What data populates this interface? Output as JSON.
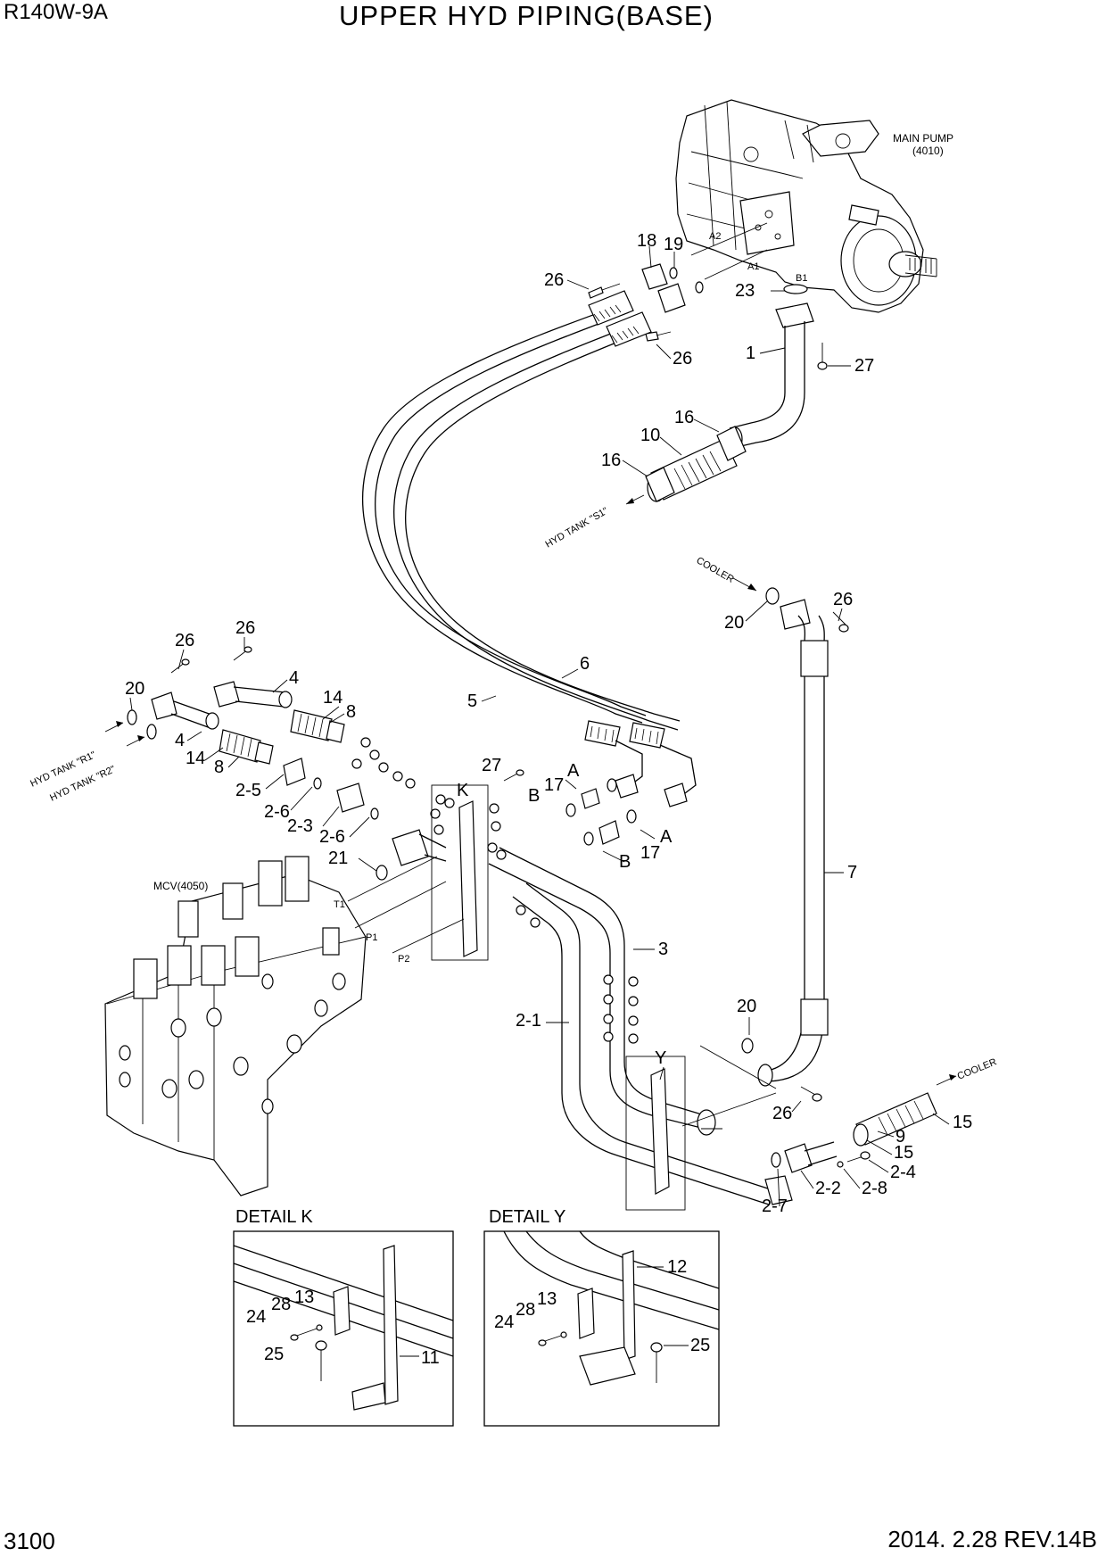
{
  "header": {
    "model": "R140W-9A",
    "title": "UPPER HYD PIPING(BASE)"
  },
  "footer": {
    "page_number": "3100",
    "revision": "2014. 2.28  REV.14B"
  },
  "components": {
    "main_pump": {
      "line1": "MAIN PUMP",
      "line2": "(4010)"
    },
    "mcv": "MCV(4050)"
  },
  "port_labels": {
    "a2": "A2",
    "a1": "A1",
    "b1": "B1",
    "t1": "T1",
    "p1": "P1",
    "p2": "P2"
  },
  "flow_labels": {
    "hyd_tank_s1": "HYD TANK \"S1\"",
    "hyd_tank_r1": "HYD TANK \"R1\"",
    "hyd_tank_r2": "HYD TANK \"R2\"",
    "cooler_top": "COOLER",
    "cooler_bottom": "COOLER"
  },
  "details": {
    "k": {
      "title": "DETAIL K",
      "callouts": [
        "13",
        "28",
        "24",
        "25",
        "11"
      ]
    },
    "y": {
      "title": "DETAIL Y",
      "callouts": [
        "12",
        "13",
        "28",
        "24",
        "25"
      ]
    }
  },
  "callouts": {
    "c18": "18",
    "c19": "19",
    "c26_a": "26",
    "c26_b": "26",
    "c23": "23",
    "c1": "1",
    "c27_a": "27",
    "c16_a": "16",
    "c10": "10",
    "c16_b": "16",
    "c20_a": "20",
    "c26_c": "26",
    "c26_d": "26",
    "c26_e": "26",
    "c4_a": "4",
    "c20_b": "20",
    "c14_a": "14",
    "c8_a": "8",
    "c4_b": "4",
    "c14_b": "14",
    "c8_b": "8",
    "c6": "6",
    "c5": "5",
    "c2_5": "2-5",
    "c2_6_a": "2-6",
    "c2_3": "2-3",
    "c2_6_b": "2-6",
    "c21": "21",
    "c27_b": "27",
    "c_k": "K",
    "c_a1": "A",
    "c17_a": "17",
    "c_b1": "B",
    "c_a2": "A",
    "c17_b": "17",
    "c_b2": "B",
    "c3": "3",
    "c7": "7",
    "c2_1": "2-1",
    "c_y": "Y",
    "c20_c": "20",
    "c26_f": "26",
    "c15_a": "15",
    "c9": "9",
    "c15_b": "15",
    "c2_4": "2-4",
    "c2_8": "2-8",
    "c2_2": "2-2",
    "c2_7": "2-7"
  }
}
